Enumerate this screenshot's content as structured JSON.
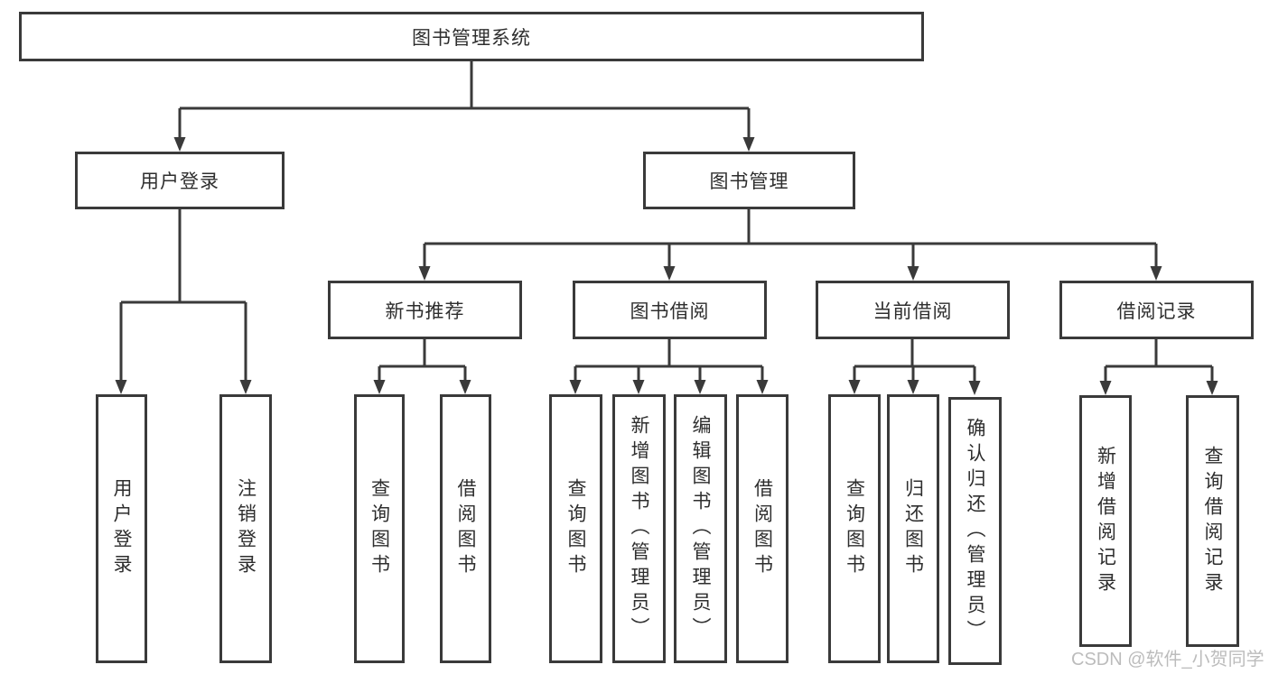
{
  "diagram": {
    "colors": {
      "line": "#3a3a3a",
      "text": "#2e2e2e",
      "watermark": "#bcbcbc",
      "background": "#ffffff"
    },
    "watermark": "CSDN @软件_小贺同学",
    "tree": {
      "root": {
        "label": "图书管理系统"
      },
      "branches": [
        {
          "label": "用户登录",
          "children": [
            {
              "label": "用户登录"
            },
            {
              "label": "注销登录"
            }
          ]
        },
        {
          "label": "图书管理",
          "children": [
            {
              "label": "新书推荐",
              "children": [
                {
                  "label": "查询图书"
                },
                {
                  "label": "借阅图书"
                }
              ]
            },
            {
              "label": "图书借阅",
              "children": [
                {
                  "label": "查询图书"
                },
                {
                  "label": "新增图书（管理员）"
                },
                {
                  "label": "编辑图书（管理员）"
                },
                {
                  "label": "借阅图书"
                }
              ]
            },
            {
              "label": "当前借阅",
              "children": [
                {
                  "label": "查询图书"
                },
                {
                  "label": "归还图书"
                },
                {
                  "label": "确认归还（管理员）"
                }
              ]
            },
            {
              "label": "借阅记录",
              "children": [
                {
                  "label": "新增借阅记录"
                },
                {
                  "label": "查询借阅记录"
                }
              ]
            }
          ]
        }
      ]
    }
  }
}
